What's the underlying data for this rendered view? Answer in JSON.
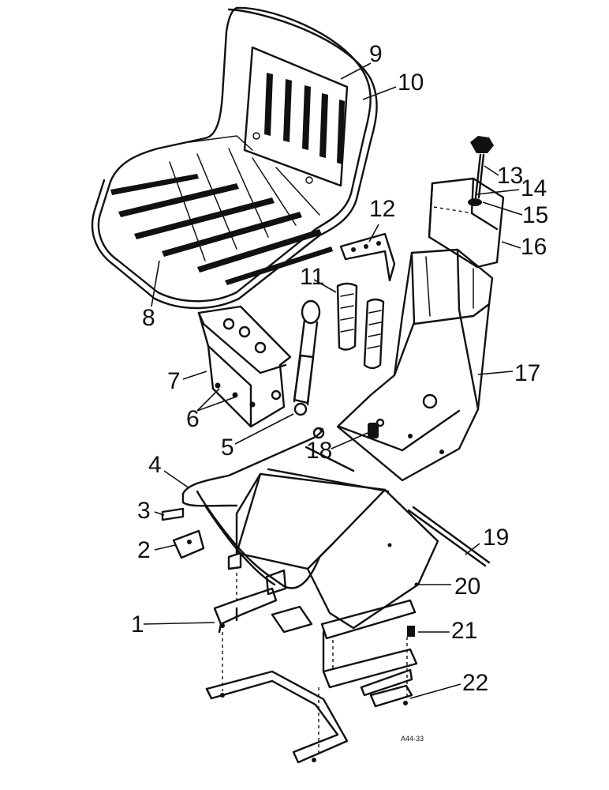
{
  "callouts": [
    {
      "id": "1",
      "text": "1"
    },
    {
      "id": "2",
      "text": "2"
    },
    {
      "id": "3",
      "text": "3"
    },
    {
      "id": "4",
      "text": "4"
    },
    {
      "id": "5",
      "text": "5"
    },
    {
      "id": "6",
      "text": "6"
    },
    {
      "id": "7",
      "text": "7"
    },
    {
      "id": "8",
      "text": "8"
    },
    {
      "id": "9",
      "text": "9"
    },
    {
      "id": "10",
      "text": "10"
    },
    {
      "id": "11",
      "text": "11"
    },
    {
      "id": "12",
      "text": "12"
    },
    {
      "id": "13",
      "text": "13"
    },
    {
      "id": "14",
      "text": "14"
    },
    {
      "id": "15",
      "text": "15"
    },
    {
      "id": "16",
      "text": "16"
    },
    {
      "id": "17",
      "text": "17"
    },
    {
      "id": "18",
      "text": "18"
    },
    {
      "id": "19",
      "text": "19"
    },
    {
      "id": "20",
      "text": "20"
    },
    {
      "id": "21",
      "text": "21"
    },
    {
      "id": "22",
      "text": "22"
    }
  ],
  "drawing_ref": "A44-33"
}
